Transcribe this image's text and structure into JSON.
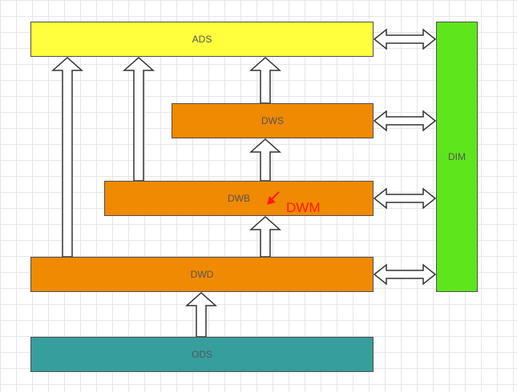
{
  "diagram": {
    "layers": {
      "ads": "ADS",
      "dws": "DWS",
      "dwb": "DWB",
      "dwd": "DWD",
      "ods": "ODS",
      "dim": "DIM"
    },
    "annotation": "DWM",
    "colors": {
      "ads_fill": "#ffff3e",
      "middle_layer_fill": "#f08a00",
      "ods_fill": "#379e9e",
      "dim_fill": "#5fe51c",
      "annotation": "#ff1a1a",
      "arrow_fill": "#ffffff",
      "arrow_stroke": "#333333"
    }
  }
}
